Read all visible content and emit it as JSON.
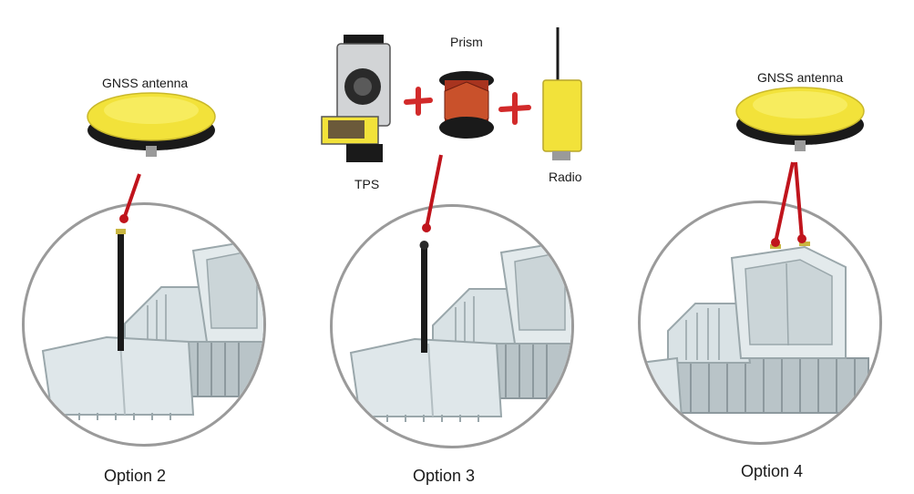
{
  "colors": {
    "antenna_yellow": "#f2e23a",
    "connector_red": "#c0141c",
    "ring_gray": "#9a9a9a",
    "dozer_body": "#d9e2e5"
  },
  "option2": {
    "antenna_label": "GNSS antenna",
    "caption": "Option 2"
  },
  "option3": {
    "prism_label": "Prism",
    "tps_label": "TPS",
    "radio_label": "Radio",
    "caption": "Option 3"
  },
  "option4": {
    "antenna_label": "GNSS antenna",
    "caption": "Option 4"
  },
  "icons": [
    "gnss-antenna-icon",
    "total-station-icon",
    "prism-icon",
    "radio-icon",
    "plus-icon",
    "bulldozer-icon"
  ]
}
